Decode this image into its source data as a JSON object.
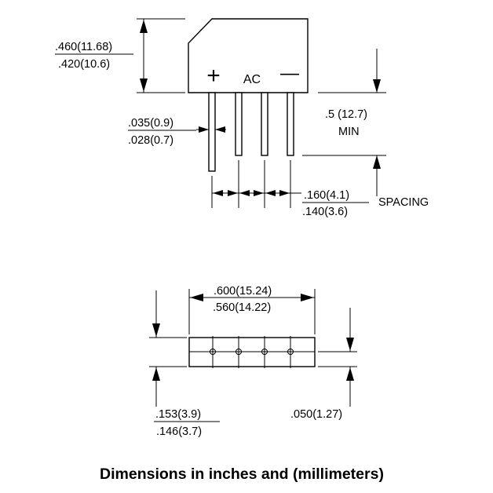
{
  "side_view": {
    "height_max": ".460(11.68)",
    "height_min": ".420(10.6)",
    "pin_plus": "+",
    "pin_ac": "AC",
    "pin_minus": "—",
    "pin_width_max": ".035(0.9)",
    "pin_width_min": ".028(0.7)",
    "lead_length": ".5 (12.7)",
    "lead_length_note": "MIN",
    "spacing_max": ".160(4.1)",
    "spacing_min": ".140(3.6)",
    "spacing_label": "SPACING"
  },
  "top_view": {
    "length_max": ".600(15.24)",
    "length_min": ".560(14.22)",
    "thickness_max": ".153(3.9)",
    "thickness_min": ".146(3.7)",
    "pin_row_offset": ".050(1.27)"
  },
  "caption": "Dimensions in inches and (millimeters)"
}
